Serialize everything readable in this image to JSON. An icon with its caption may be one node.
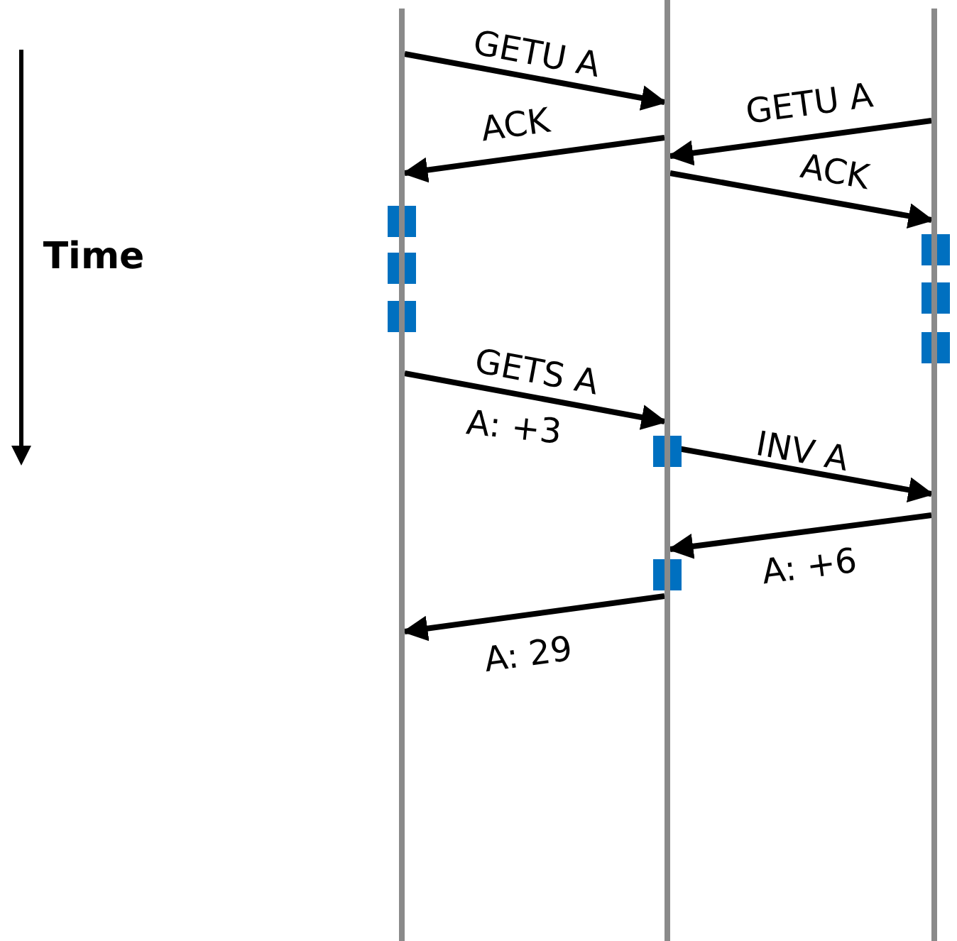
{
  "diagram": {
    "nodes": [
      {
        "text": [],
        "shape": "bar"
      },
      {
        "text": [],
        "shape": "bar"
      },
      {
        "text": [],
        "shape": "bar"
      }
    ],
    "edges": [
      {
        "from": 0,
        "to": 1,
        "arrow": "to",
        "label": "GETU A"
      },
      {
        "from": 1,
        "to": 0,
        "arrow": "to",
        "label": "ACK"
      },
      {
        "from": 2,
        "to": 1,
        "arrow": "to",
        "label": "GETU A"
      },
      {
        "from": 1,
        "to": 2,
        "arrow": "to",
        "label": "ACK"
      },
      {
        "from": 0,
        "to": 1,
        "arrow": "to",
        "label": "GETS A"
      },
      {
        "from": 1,
        "to": 2,
        "arrow": "to",
        "label": "INV A"
      },
      {
        "from": 2,
        "to": 1,
        "arrow": "to",
        "label": "A: +6"
      },
      {
        "from": 1,
        "to": 0,
        "arrow": "to",
        "label": "A: 29"
      }
    ],
    "labels": [
      "Time",
      "A: +3"
    ]
  }
}
